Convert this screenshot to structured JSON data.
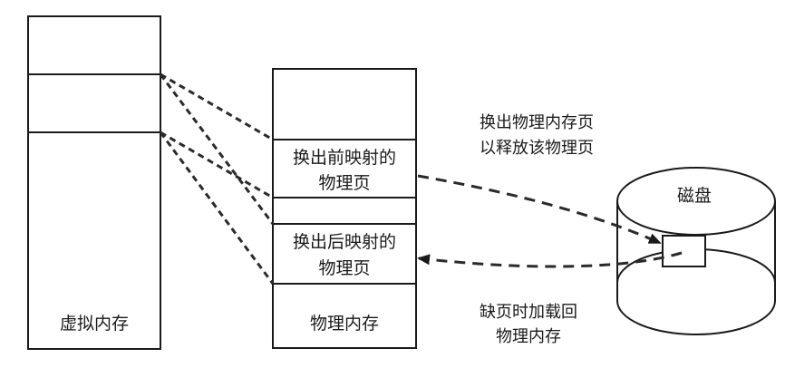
{
  "virtual_memory": {
    "label": "虚拟内存"
  },
  "physical_memory": {
    "label": "物理内存",
    "page_before": {
      "line1": "换出前映射的",
      "line2": "物理页"
    },
    "page_after": {
      "line1": "换出后映射的",
      "line2": "物理页"
    }
  },
  "disk": {
    "label": "磁盘"
  },
  "annotations": {
    "swap_out": {
      "line1": "换出物理内存页",
      "line2": "以释放该物理页"
    },
    "page_fault": {
      "line1": "缺页时加载回",
      "line2": "物理内存"
    }
  }
}
